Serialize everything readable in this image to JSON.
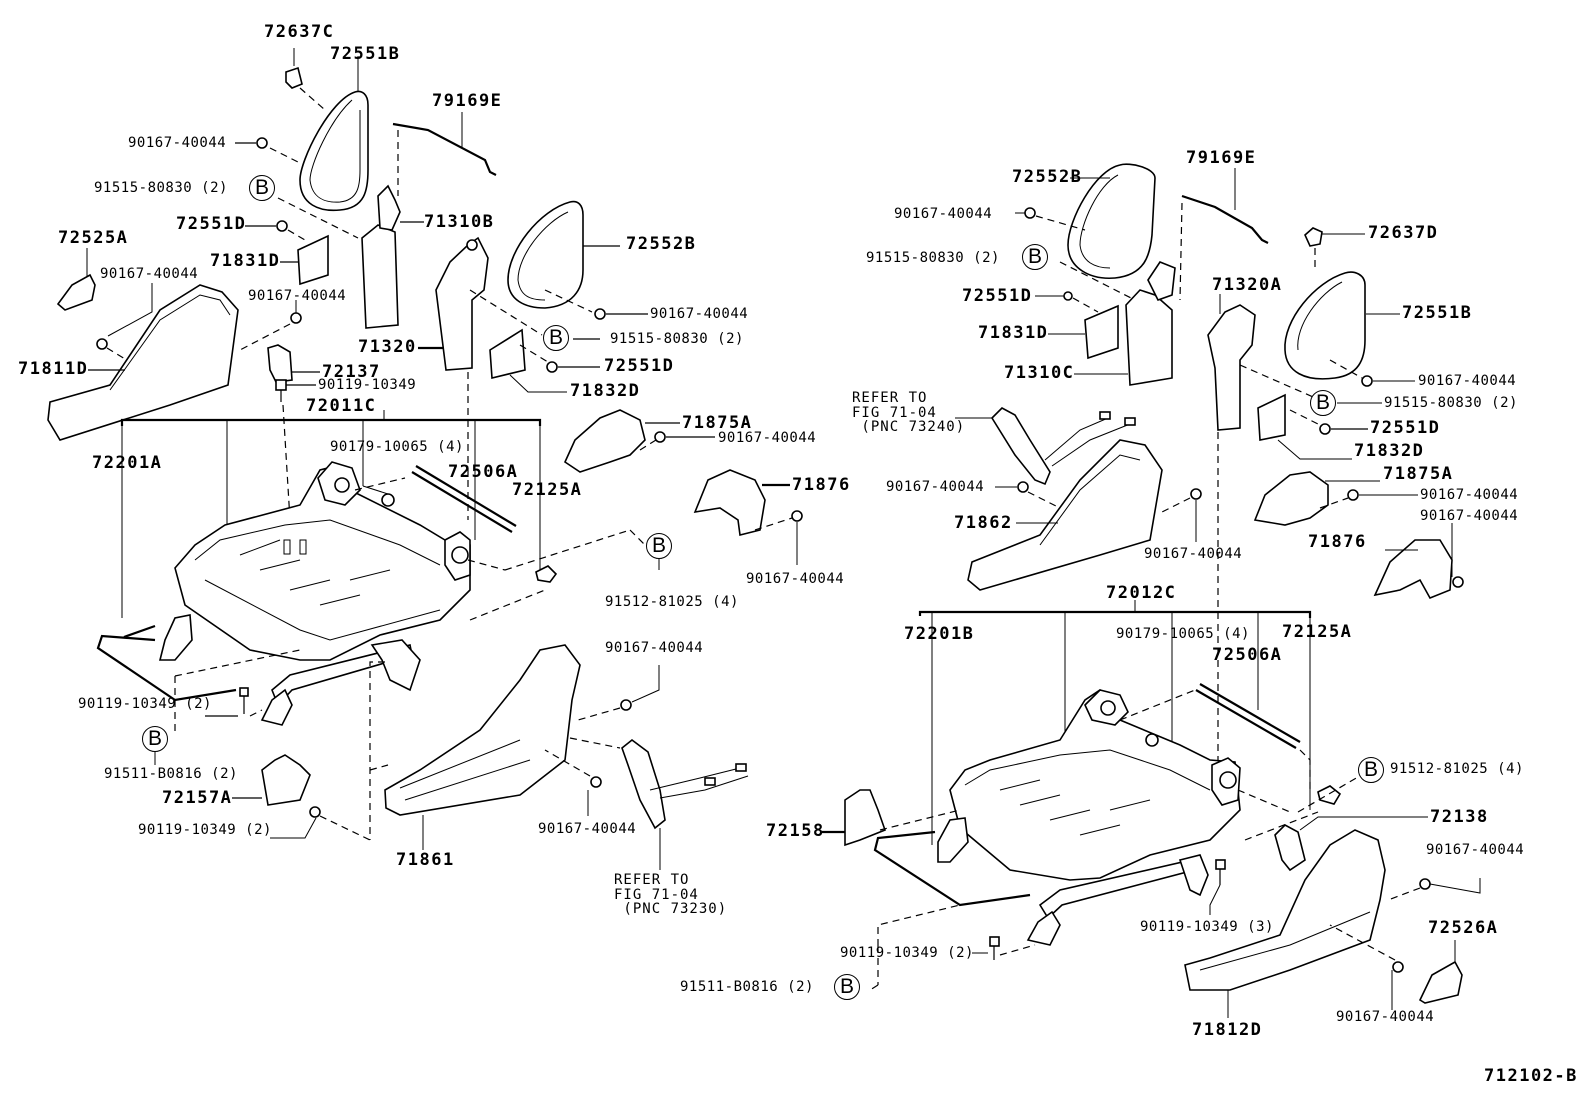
{
  "figure_id": "712102-B",
  "bubble_letter": "B",
  "left_assembly": {
    "labels": [
      {
        "id": "72637C",
        "text": "72637C"
      },
      {
        "id": "72551B",
        "text": "72551B"
      },
      {
        "id": "79169E",
        "text": "79169E"
      },
      {
        "id": "90167-40044-a",
        "text": "90167-40044"
      },
      {
        "id": "91515-80830-a",
        "text": "91515-80830 (2)"
      },
      {
        "id": "72551D-a",
        "text": "72551D"
      },
      {
        "id": "71310B",
        "text": "71310B"
      },
      {
        "id": "72525A",
        "text": "72525A"
      },
      {
        "id": "90167-40044-b",
        "text": "90167-40044"
      },
      {
        "id": "71831D",
        "text": "71831D"
      },
      {
        "id": "90167-40044-c",
        "text": "90167-40044"
      },
      {
        "id": "72552B",
        "text": "72552B"
      },
      {
        "id": "90167-40044-d",
        "text": "90167-40044"
      },
      {
        "id": "91515-80830-b",
        "text": "91515-80830 (2)"
      },
      {
        "id": "72551D-b",
        "text": "72551D"
      },
      {
        "id": "71320",
        "text": "71320"
      },
      {
        "id": "71832D",
        "text": "71832D"
      },
      {
        "id": "71811D",
        "text": "71811D"
      },
      {
        "id": "72137",
        "text": "72137"
      },
      {
        "id": "90119-10349-a",
        "text": "90119-10349"
      },
      {
        "id": "72011C",
        "text": "72011C"
      },
      {
        "id": "72201A",
        "text": "72201A"
      },
      {
        "id": "90179-10065",
        "text": "90179-10065 (4)"
      },
      {
        "id": "72506A",
        "text": "72506A"
      },
      {
        "id": "72125A",
        "text": "72125A"
      },
      {
        "id": "71875A",
        "text": "71875A"
      },
      {
        "id": "90167-40044-e",
        "text": "90167-40044"
      },
      {
        "id": "71876",
        "text": "71876"
      },
      {
        "id": "90167-40044-f",
        "text": "90167-40044"
      },
      {
        "id": "91512-81025",
        "text": "91512-81025 (4)"
      },
      {
        "id": "90119-10349-b",
        "text": "90119-10349 (2)"
      },
      {
        "id": "91511-B0816",
        "text": "91511-B0816 (2)"
      },
      {
        "id": "72157A",
        "text": "72157A"
      },
      {
        "id": "90119-10349-c",
        "text": "90119-10349 (2)"
      },
      {
        "id": "90167-40044-g",
        "text": "90167-40044"
      },
      {
        "id": "90167-40044-h",
        "text": "90167-40044"
      },
      {
        "id": "71861",
        "text": "71861"
      }
    ],
    "refer_note": "REFER TO\nFIG 71-04\n (PNC 73230)"
  },
  "right_assembly": {
    "labels": [
      {
        "id": "72552B",
        "text": "72552B"
      },
      {
        "id": "79169E",
        "text": "79169E"
      },
      {
        "id": "90167-40044-a",
        "text": "90167-40044"
      },
      {
        "id": "72637D",
        "text": "72637D"
      },
      {
        "id": "91515-80830-a",
        "text": "91515-80830 (2)"
      },
      {
        "id": "72551D-a",
        "text": "72551D"
      },
      {
        "id": "71320A",
        "text": "71320A"
      },
      {
        "id": "71831D",
        "text": "71831D"
      },
      {
        "id": "72551B",
        "text": "72551B"
      },
      {
        "id": "71310C",
        "text": "71310C"
      },
      {
        "id": "90167-40044-b",
        "text": "90167-40044"
      },
      {
        "id": "91515-80830-b",
        "text": "91515-80830 (2)"
      },
      {
        "id": "72551D-b",
        "text": "72551D"
      },
      {
        "id": "71832D",
        "text": "71832D"
      },
      {
        "id": "71875A",
        "text": "71875A"
      },
      {
        "id": "90167-40044-c",
        "text": "90167-40044"
      },
      {
        "id": "90167-40044-d",
        "text": "90167-40044"
      },
      {
        "id": "90167-40044-e",
        "text": "90167-40044"
      },
      {
        "id": "71862",
        "text": "71862"
      },
      {
        "id": "90167-40044-f",
        "text": "90167-40044"
      },
      {
        "id": "71876",
        "text": "71876"
      },
      {
        "id": "72012C",
        "text": "72012C"
      },
      {
        "id": "72201B",
        "text": "72201B"
      },
      {
        "id": "90179-10065",
        "text": "90179-10065 (4)"
      },
      {
        "id": "72125A",
        "text": "72125A"
      },
      {
        "id": "72506A",
        "text": "72506A"
      },
      {
        "id": "91512-81025",
        "text": "91512-81025 (4)"
      },
      {
        "id": "72158",
        "text": "72158"
      },
      {
        "id": "72138",
        "text": "72138"
      },
      {
        "id": "90167-40044-g",
        "text": "90167-40044"
      },
      {
        "id": "90119-10349-a",
        "text": "90119-10349 (3)"
      },
      {
        "id": "72526A",
        "text": "72526A"
      },
      {
        "id": "90119-10349-b",
        "text": "90119-10349 (2)"
      },
      {
        "id": "91511-B0816",
        "text": "91511-B0816 (2)"
      },
      {
        "id": "90167-40044-h",
        "text": "90167-40044"
      },
      {
        "id": "71812D",
        "text": "71812D"
      }
    ],
    "refer_note": "REFER TO\nFIG 71-04\n (PNC 73240)"
  }
}
